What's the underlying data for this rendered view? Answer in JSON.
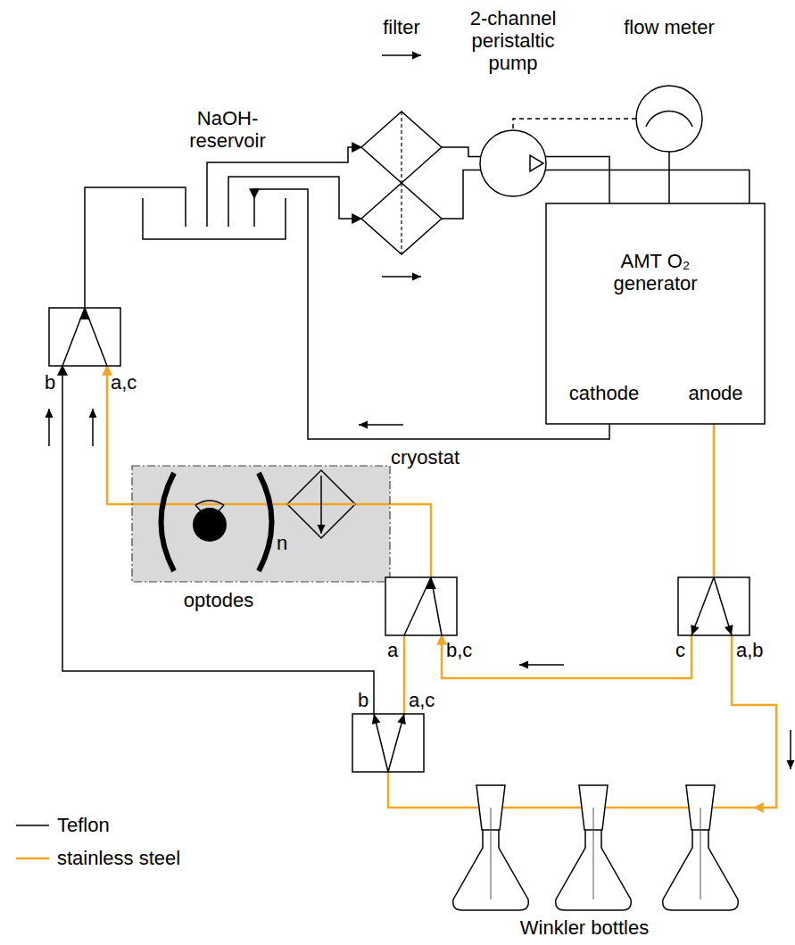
{
  "diagram": {
    "nodes": [
      {
        "text": [
          "NaOH- reservoir"
        ]
      },
      {
        "text": [
          "filter"
        ]
      },
      {
        "text": [
          "2-channel peristaltic pump"
        ]
      },
      {
        "text": [
          "flow meter"
        ]
      },
      {
        "text": [
          "AMT O₂ generator",
          "cathode",
          "anode"
        ]
      },
      {
        "text": [
          "b",
          "a,c"
        ]
      },
      {
        "text": [
          "optodes"
        ]
      },
      {
        "text": [
          "cryostat"
        ],
        "in": 6
      },
      {
        "text": [
          "a",
          "b,c"
        ]
      },
      {
        "text": [
          "c",
          "a,b"
        ]
      },
      {
        "text": [
          "b",
          "a,c"
        ]
      },
      {
        "text": [
          "Winkler bottles"
        ]
      }
    ],
    "edges": [
      {
        "from": 0,
        "to": 1,
        "arrow": "to"
      },
      {
        "from": 0,
        "to": 1,
        "arrow": "to"
      },
      {
        "from": 1,
        "to": 2,
        "arrow": "none"
      },
      {
        "from": 1,
        "to": 2,
        "arrow": "none"
      },
      {
        "from": 2,
        "to": 4,
        "arrow": "none"
      },
      {
        "from": 2,
        "to": 4,
        "arrow": "none"
      },
      {
        "from": 3,
        "to": 4,
        "arrow": "none"
      },
      {
        "from": 3,
        "to": 2,
        "arrow": "none"
      },
      {
        "from": 4,
        "to": 0,
        "arrow": "to"
      },
      {
        "from": 4,
        "to": 9,
        "arrow": "none"
      },
      {
        "from": 9,
        "to": 11,
        "arrow": "to"
      },
      {
        "from": 9,
        "to": 8,
        "arrow": "to"
      },
      {
        "from": 11,
        "to": 10,
        "arrow": "none"
      },
      {
        "from": 10,
        "to": 8,
        "arrow": "none"
      },
      {
        "from": 10,
        "to": 5,
        "arrow": "to"
      },
      {
        "from": 8,
        "to": 7,
        "arrow": "none"
      },
      {
        "from": 7,
        "to": 5,
        "arrow": "to"
      },
      {
        "from": 5,
        "to": 0,
        "arrow": "none"
      }
    ],
    "labels": [
      "n"
    ],
    "legend": [
      {
        "text": "Teflon"
      },
      {
        "text": "stainless steel"
      }
    ]
  }
}
